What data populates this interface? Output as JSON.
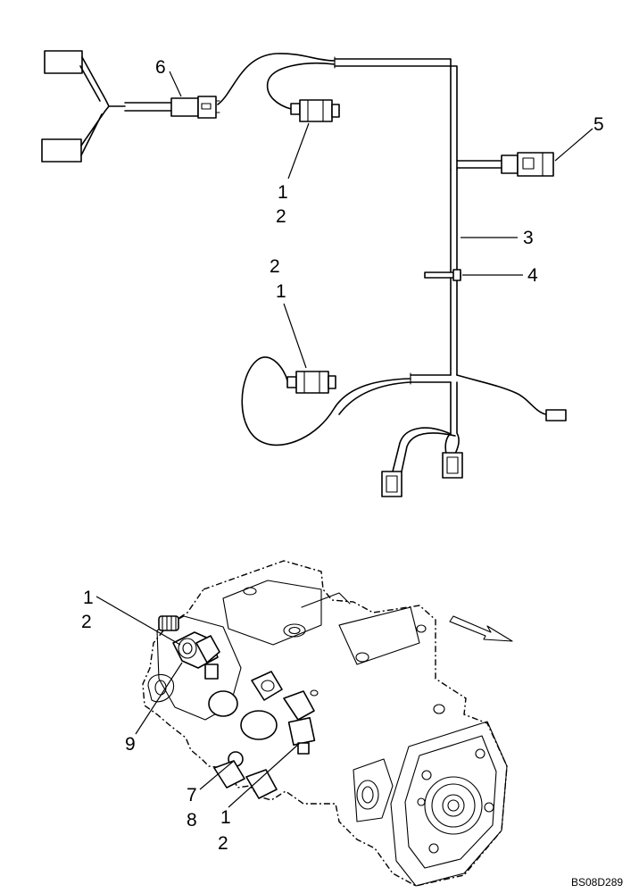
{
  "figure_code": "BS08D289",
  "callouts": {
    "harness_top_sensor_1": "1",
    "harness_top_sensor_2": "2",
    "harness_mid_sensor_2": "2",
    "harness_mid_sensor_1": "1",
    "harness_3": "3",
    "tie_4": "4",
    "connector_5": "5",
    "connector_6": "6",
    "pump_left_1": "1",
    "pump_left_2": "2",
    "pump_9": "9",
    "pump_7": "7",
    "pump_8": "8",
    "pump_bottom_1": "1",
    "pump_bottom_2": "2"
  }
}
